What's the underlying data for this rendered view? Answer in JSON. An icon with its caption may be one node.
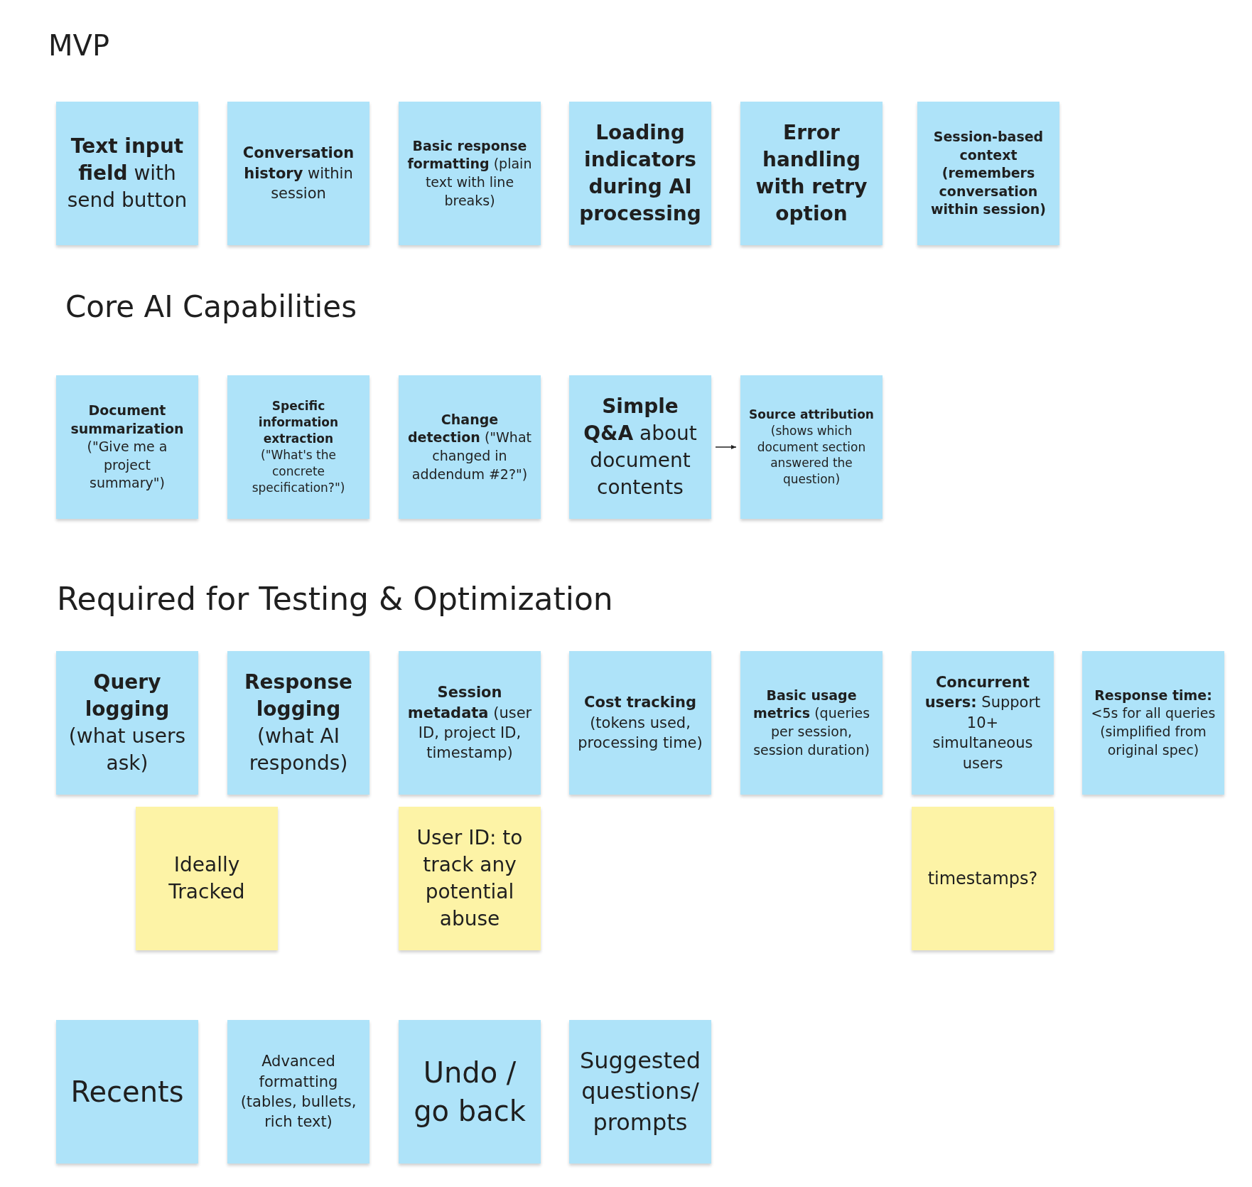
{
  "diagram": {
    "nodes": [
      {
        "text": [
          "**Text input field** with send button"
        ]
      },
      {
        "text": [
          "**Conversation history** within session"
        ]
      },
      {
        "text": [
          "**Basic response formatting** (plain text with line breaks)"
        ]
      },
      {
        "text": [
          "Loading indicators during AI processing"
        ]
      },
      {
        "text": [
          "Error handling with retry option"
        ]
      },
      {
        "text": [
          "Session-based context (remembers conversation within session)"
        ]
      },
      {
        "text": [
          "**Document summarization** (\"Give me a project summary\")"
        ]
      },
      {
        "text": [
          "**Specific information extraction** (\"What's the concrete specification?\")"
        ]
      },
      {
        "text": [
          "**Change detection** (\"What changed in addendum #2?\")"
        ]
      },
      {
        "text": [
          "**Simple Q&A** about document contents"
        ]
      },
      {
        "text": [
          "**Source attribution** (shows which document section answered the question)"
        ]
      },
      {
        "text": [
          "**Query logging** (what users ask)"
        ]
      },
      {
        "text": [
          "**Response logging** (what AI responds)"
        ]
      },
      {
        "text": [
          "**Session metadata** (user ID, project ID, timestamp)"
        ]
      },
      {
        "text": [
          "**Cost tracking** (tokens used, processing time)"
        ]
      },
      {
        "text": [
          "**Basic usage metrics** (queries per session, session duration)"
        ]
      },
      {
        "text": [
          "**Concurrent users:** Support 10+ simultaneous users"
        ]
      },
      {
        "text": [
          "**Response time:** <5s for all queries (simplified from original spec)"
        ]
      },
      {
        "text": [
          "Ideally Tracked"
        ]
      },
      {
        "text": [
          "User ID: to track any potential abuse"
        ]
      },
      {
        "text": [
          "timestamps?"
        ]
      },
      {
        "text": [
          "Recents"
        ]
      },
      {
        "text": [
          "Advanced formatting (tables, bullets, rich text)"
        ]
      },
      {
        "text": [
          "Undo / go back"
        ]
      },
      {
        "text": [
          "Suggested questions/ prompts"
        ]
      }
    ],
    "edges": [
      {
        "from": 9,
        "to": 10,
        "arrow": "to"
      }
    ],
    "labels": [
      "MVP",
      "Core AI Capabilities",
      "Required for Testing & Optimization"
    ]
  }
}
